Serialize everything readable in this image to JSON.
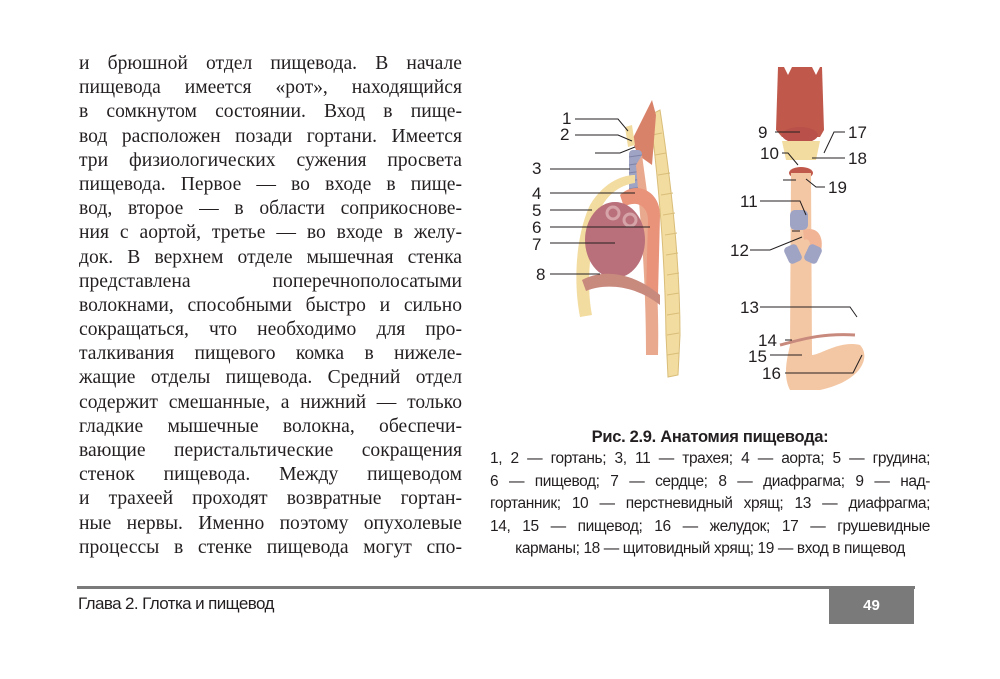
{
  "body_text": {
    "lines": [
      "и брюшной отдел пищевода. В начале",
      "пищевода имеется «рот», находящийся",
      "в сомкнутом состоянии. Вход в пище-",
      "вод расположен позади гортани. Имеется",
      "три физиологических сужения просвета",
      "пищевода. Первое — во входе в пище-",
      "вод, второе — в области соприкоснове-",
      "ния с аортой, третье — во входе в желу-",
      "док. В верхнем отделе мышечная стенка",
      "представлена поперечнополосатыми",
      "волокнами, способными быстро и сильно",
      "сокращаться, что необходимо для про-",
      "талкивания пищевого комка в нижеле-",
      "жащие отделы пищевода. Средний отдел",
      "содержит смешанные, а нижний — только",
      "гладкие мышечные волокна, обеспечи-",
      "вающие перистальтические сокращения",
      "стенок пищевода. Между пищеводом",
      "и трахеей проходят возвратные гортан-",
      "ные нервы. Именно поэтому опухолевые",
      "процессы в стенке пищевода могут спо-"
    ]
  },
  "figure": {
    "left_callouts": [
      "1",
      "2",
      "3",
      "4",
      "5",
      "6",
      "7",
      "8"
    ],
    "right_callouts": [
      "9",
      "10",
      "11",
      "12",
      "13",
      "14",
      "15",
      "16",
      "17",
      "18",
      "19"
    ],
    "colors": {
      "muscle": "#d9826a",
      "bone": "#f3dca0",
      "trachea": "#9fa3c4",
      "heart": "#b9707a",
      "esophagus": "#f4c7a4",
      "pharynx": "#c0594b",
      "diaphragm": "#c98a7e"
    }
  },
  "caption": {
    "title": "Рис. 2.9. Анатомия пищевода:",
    "lines": [
      "1, 2 — гортань; 3, 11 — трахея; 4 — аорта; 5 — грудина;",
      "6 — пищевод; 7 — сердце; 8 — диафрагма; 9 — над-",
      "гортанник; 10 — перстневидный хрящ; 13 — диафрагма;",
      "14, 15 — пищевод; 16 — желудок; 17 — грушевидные",
      "карманы; 18 — щитовидный хрящ; 19 — вход в пищевод"
    ]
  },
  "footer": {
    "chapter_title": "Глава 2. Глотка и пищевод",
    "page_number": "49",
    "bar_color": "#7a7a7b"
  }
}
